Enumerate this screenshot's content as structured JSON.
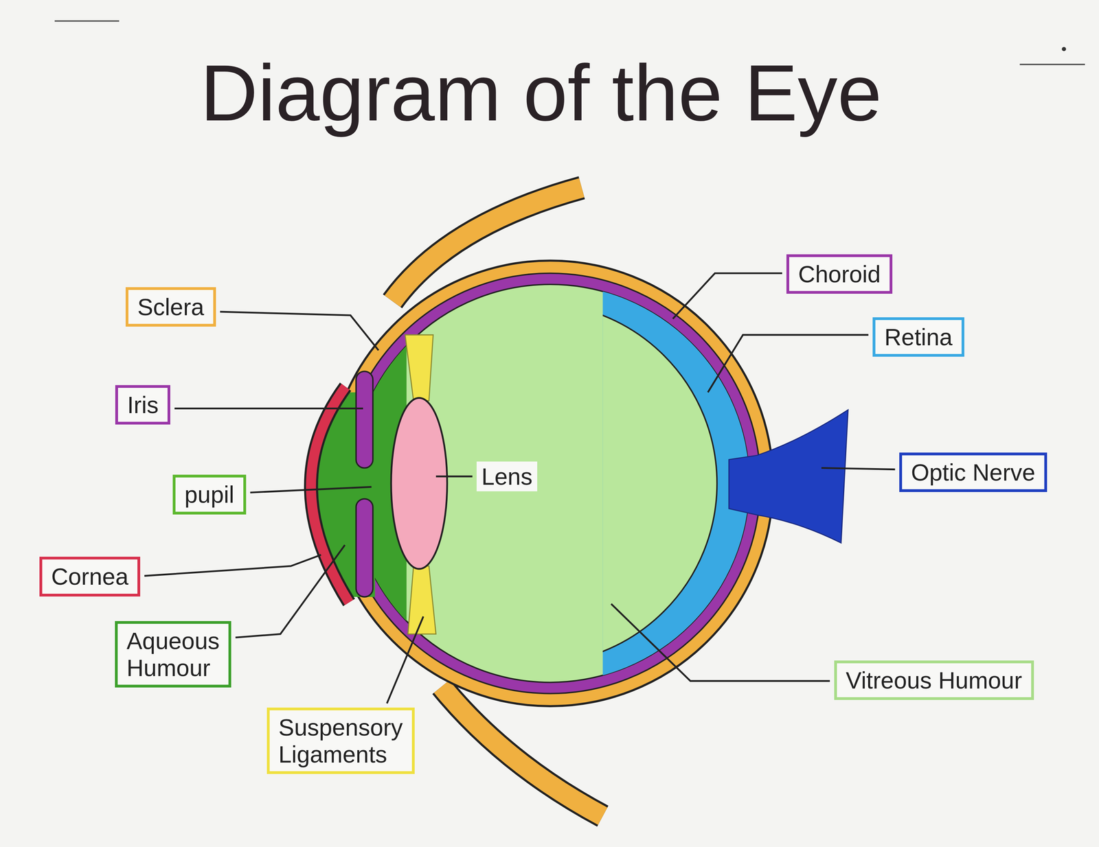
{
  "diagram": {
    "title": "Diagram of the Eye",
    "nodes": [
      {
        "text": [
          "Choroid"
        ]
      },
      {
        "text": [
          "Sclera"
        ]
      },
      {
        "text": [
          "Retina"
        ]
      },
      {
        "text": [
          "Iris"
        ]
      },
      {
        "text": [
          "Optic Nerve"
        ]
      },
      {
        "text": [
          "pupil"
        ]
      },
      {
        "text": [
          "Cornea"
        ]
      },
      {
        "text": [
          "Vitreous Humour"
        ]
      },
      {
        "text": [
          "Aqueous Humour"
        ]
      },
      {
        "text": [
          "Suspensory Ligaments"
        ]
      }
    ],
    "labels": [
      "Lens"
    ]
  }
}
